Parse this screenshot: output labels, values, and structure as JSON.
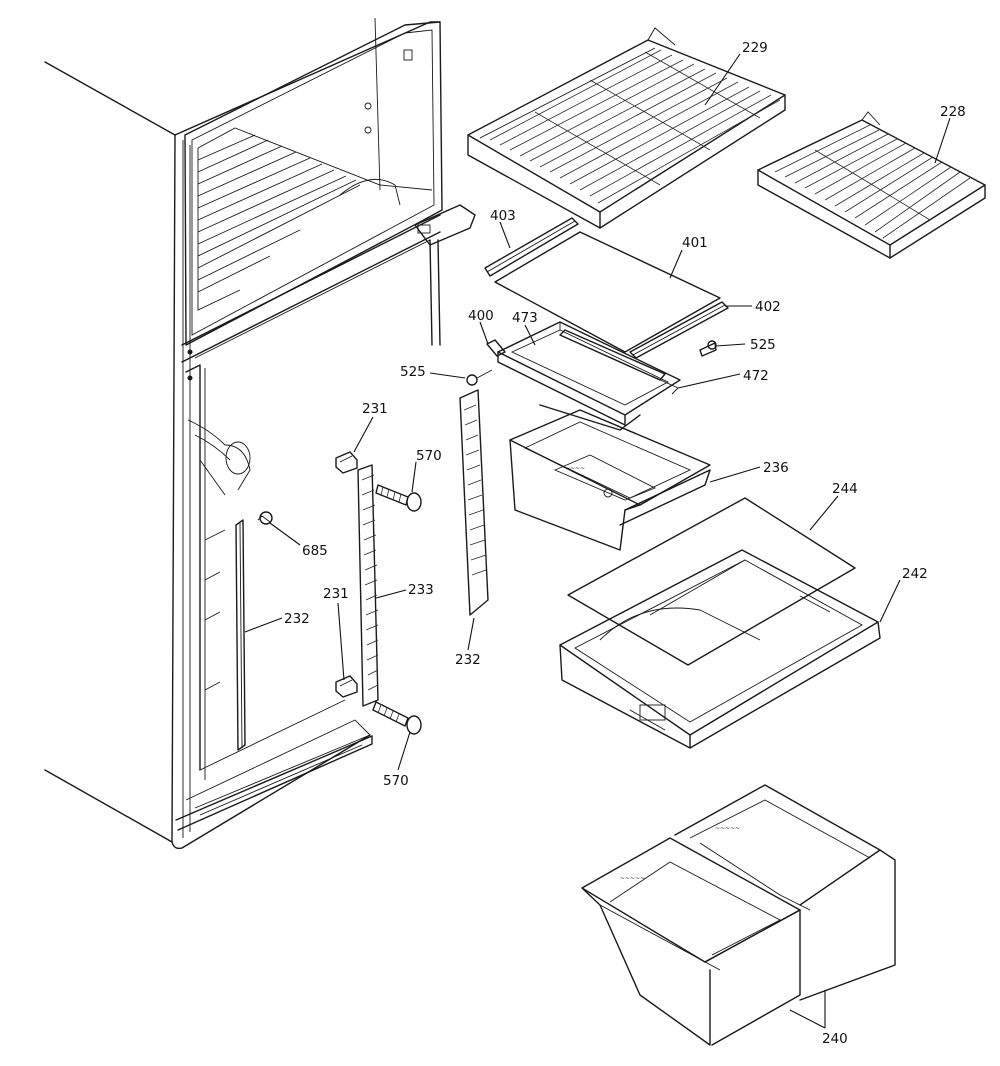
{
  "callouts": [
    {
      "id": "229",
      "text": "229"
    },
    {
      "id": "228",
      "text": "228"
    },
    {
      "id": "403",
      "text": "403"
    },
    {
      "id": "401",
      "text": "401"
    },
    {
      "id": "402",
      "text": "402"
    },
    {
      "id": "400",
      "text": "400"
    },
    {
      "id": "473",
      "text": "473"
    },
    {
      "id": "525a",
      "text": "525"
    },
    {
      "id": "525b",
      "text": "525"
    },
    {
      "id": "472",
      "text": "472"
    },
    {
      "id": "231a",
      "text": "231"
    },
    {
      "id": "570a",
      "text": "570"
    },
    {
      "id": "236",
      "text": "236"
    },
    {
      "id": "244",
      "text": "244"
    },
    {
      "id": "685",
      "text": "685"
    },
    {
      "id": "231b",
      "text": "231"
    },
    {
      "id": "233",
      "text": "233"
    },
    {
      "id": "242",
      "text": "242"
    },
    {
      "id": "232a",
      "text": "232"
    },
    {
      "id": "232b",
      "text": "232"
    },
    {
      "id": "570b",
      "text": "570"
    },
    {
      "id": "240",
      "text": "240"
    }
  ]
}
